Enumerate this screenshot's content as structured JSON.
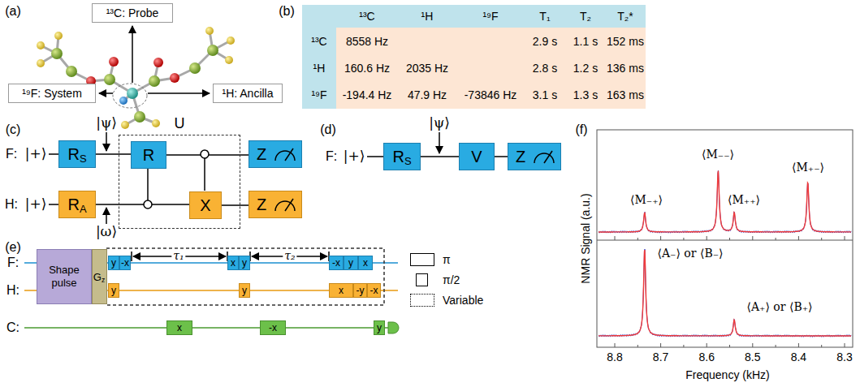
{
  "diagram": {
    "nodes": [
      {
        "text": [
          "¹³C: Probe"
        ]
      },
      {
        "text": [
          "¹⁹F: System"
        ]
      },
      {
        "text": [
          "¹H: Ancilla"
        ]
      },
      {
        "text": [
          "RS"
        ]
      },
      {
        "text": [
          "RA"
        ]
      },
      {
        "text": [
          "U"
        ]
      },
      {
        "text": [
          "R"
        ],
        "in": 5
      },
      {
        "text": [
          "X"
        ],
        "in": 5
      },
      {
        "text": [
          "Z"
        ]
      },
      {
        "text": [
          "Z"
        ]
      },
      {
        "text": [
          "RS"
        ]
      },
      {
        "text": [
          "V"
        ]
      },
      {
        "text": [
          "Z"
        ]
      },
      {
        "text": [
          "Shape pulse"
        ]
      },
      {
        "text": [
          "Gz"
        ]
      },
      {
        "text": [
          "y"
        ]
      },
      {
        "text": [
          "-x"
        ]
      },
      {
        "text": [
          "x"
        ]
      },
      {
        "text": [
          "y"
        ]
      },
      {
        "text": [
          "-x"
        ]
      },
      {
        "text": [
          "y"
        ]
      },
      {
        "text": [
          "x"
        ]
      },
      {
        "text": [
          "y"
        ]
      },
      {
        "text": [
          "y"
        ]
      },
      {
        "text": [
          "x"
        ]
      },
      {
        "text": [
          "-y"
        ]
      },
      {
        "text": [
          "-x"
        ]
      },
      {
        "text": [
          "x"
        ]
      },
      {
        "text": [
          "-x"
        ]
      },
      {
        "text": [
          "y"
        ]
      }
    ],
    "edges": [
      {
        "from": 3,
        "to": 6,
        "arrow": "none"
      },
      {
        "from": 6,
        "to": 8,
        "arrow": "none"
      },
      {
        "from": 4,
        "to": 7,
        "arrow": "none"
      },
      {
        "from": 7,
        "to": 9,
        "arrow": "none"
      },
      {
        "from": 10,
        "to": 11,
        "arrow": "none"
      },
      {
        "from": 11,
        "to": 12,
        "arrow": "none"
      }
    ],
    "labels": [
      "(a)",
      "(b)",
      "¹³C",
      "¹H",
      "¹⁹F",
      "T₁",
      "T₂",
      "T₂*",
      "¹³C",
      "8558 Hz",
      "2.9 s",
      "1.1 s",
      "152 ms",
      "¹H",
      "160.6 Hz",
      "2035 Hz",
      "2.8 s",
      "1.2 s",
      "136 ms",
      "¹⁹F",
      "-194.4 Hz",
      "47.9 Hz",
      "-73846 Hz",
      "3.1 s",
      "1.3 s",
      "163 ms",
      "(c)",
      "F:",
      "|+⟩",
      "|ψ⟩",
      "H:",
      "|+⟩",
      "|ω⟩",
      "(d)",
      "F:",
      "|+⟩",
      "|ψ⟩",
      "(e)",
      "F:",
      "H:",
      "C:",
      "τ₁",
      "τ₂",
      "(f)",
      "⟨M₋₊⟩",
      "⟨M₋₋⟩",
      "⟨M₊₊⟩",
      "⟨M₊₋⟩",
      "⟨A₋⟩ or ⟨B₋⟩",
      "⟨A₊⟩ or ⟨B₊⟩",
      "NMR Signal (a.u.)",
      "8.8",
      "8.7",
      "8.6",
      "8.5",
      "8.4",
      "8.3",
      "Frequency (kHz)"
    ],
    "legend": [
      {
        "text": "π"
      },
      {
        "text": "π/2"
      },
      {
        "text": "Variable"
      }
    ]
  }
}
